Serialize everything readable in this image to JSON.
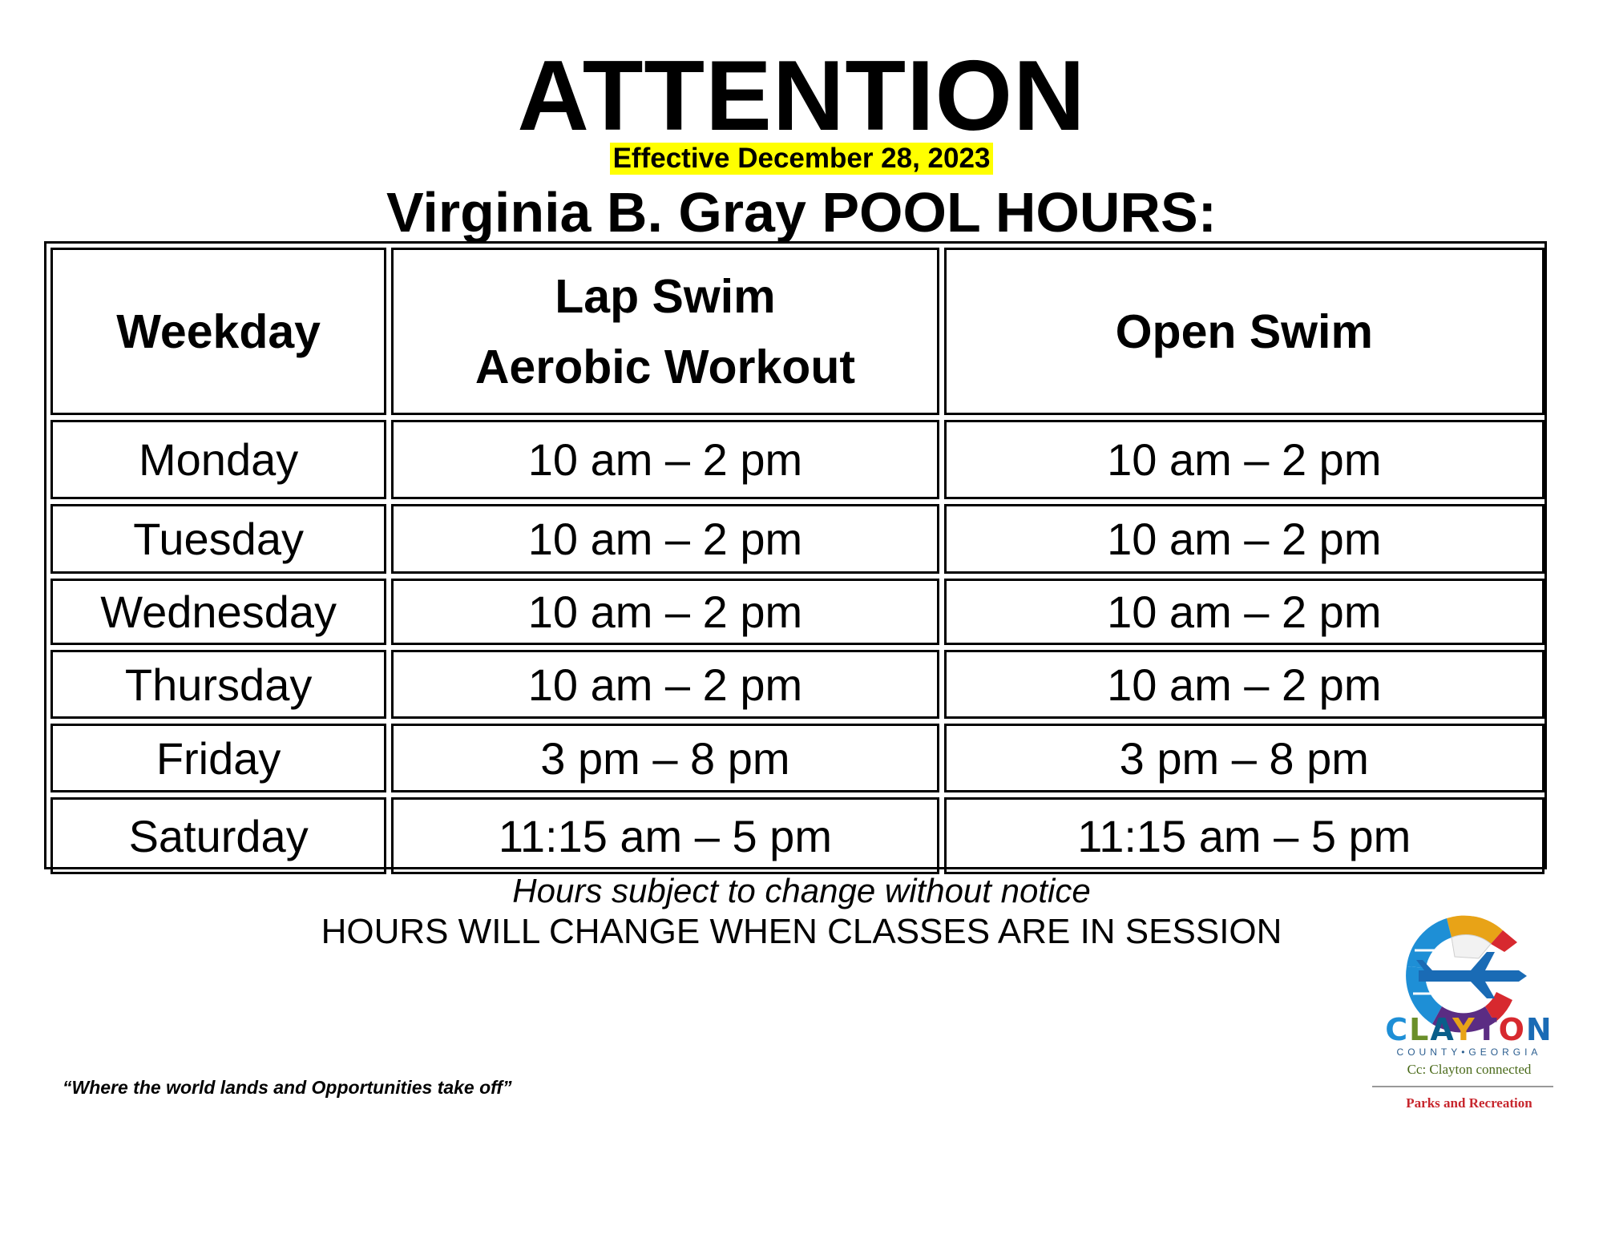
{
  "header": {
    "title": "ATTENTION",
    "effective": "Effective December 28, 2023",
    "subtitle": "Virginia B. Gray POOL HOURS:"
  },
  "table": {
    "headers": {
      "weekday": "Weekday",
      "lap_line1": "Lap Swim",
      "lap_line2": "Aerobic Workout",
      "open": "Open Swim"
    },
    "rows": [
      {
        "day": "Monday",
        "lap": "10 am – 2 pm",
        "open": "10 am – 2 pm"
      },
      {
        "day": "Tuesday",
        "lap": "10 am – 2 pm",
        "open": "10 am – 2 pm"
      },
      {
        "day": "Wednesday",
        "lap": "10 am – 2 pm",
        "open": "10 am – 2 pm"
      },
      {
        "day": "Thursday",
        "lap": "10 am – 2 pm",
        "open": "10 am – 2 pm"
      },
      {
        "day": "Friday",
        "lap": "3 pm – 8 pm",
        "open": "3 pm – 8 pm"
      },
      {
        "day": "Saturday",
        "lap": "11:15 am – 5 pm",
        "open": "11:15 am – 5 pm"
      }
    ]
  },
  "notes": {
    "line1": "Hours subject to change without notice",
    "line2": "HOURS WILL CHANGE WHEN CLASSES ARE IN SESSION"
  },
  "footer": {
    "slogan": "“Where the world lands and Opportunities take off”"
  },
  "logo": {
    "name_letters": [
      "C",
      "L",
      "A",
      "Y",
      "T",
      "O",
      "N"
    ],
    "county": "COUNTY•GEORGIA",
    "tagline": "Cc: Clayton connected",
    "department": "Parks and Recreation"
  },
  "colors": {
    "highlight": "#ffff00",
    "logo_blue": "#1e8fd6",
    "logo_red": "#d7292f",
    "logo_purple": "#5b2c83",
    "logo_gold": "#e8a317",
    "logo_green": "#6a8f2a"
  }
}
